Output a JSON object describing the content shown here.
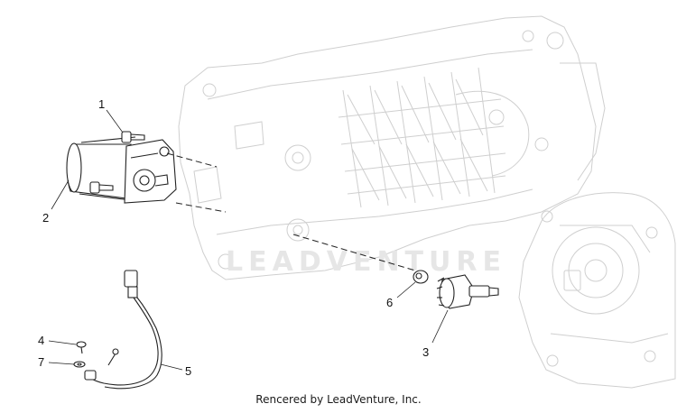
{
  "watermark": "LEADVENTURE",
  "footer": "Rencered by LeadVenture, Inc.",
  "callouts": [
    {
      "id": "1",
      "label": "1"
    },
    {
      "id": "2",
      "label": "2"
    },
    {
      "id": "3",
      "label": "3"
    },
    {
      "id": "4",
      "label": "4"
    },
    {
      "id": "5",
      "label": "5"
    },
    {
      "id": "6",
      "label": "6"
    },
    {
      "id": "7",
      "label": "7"
    }
  ]
}
